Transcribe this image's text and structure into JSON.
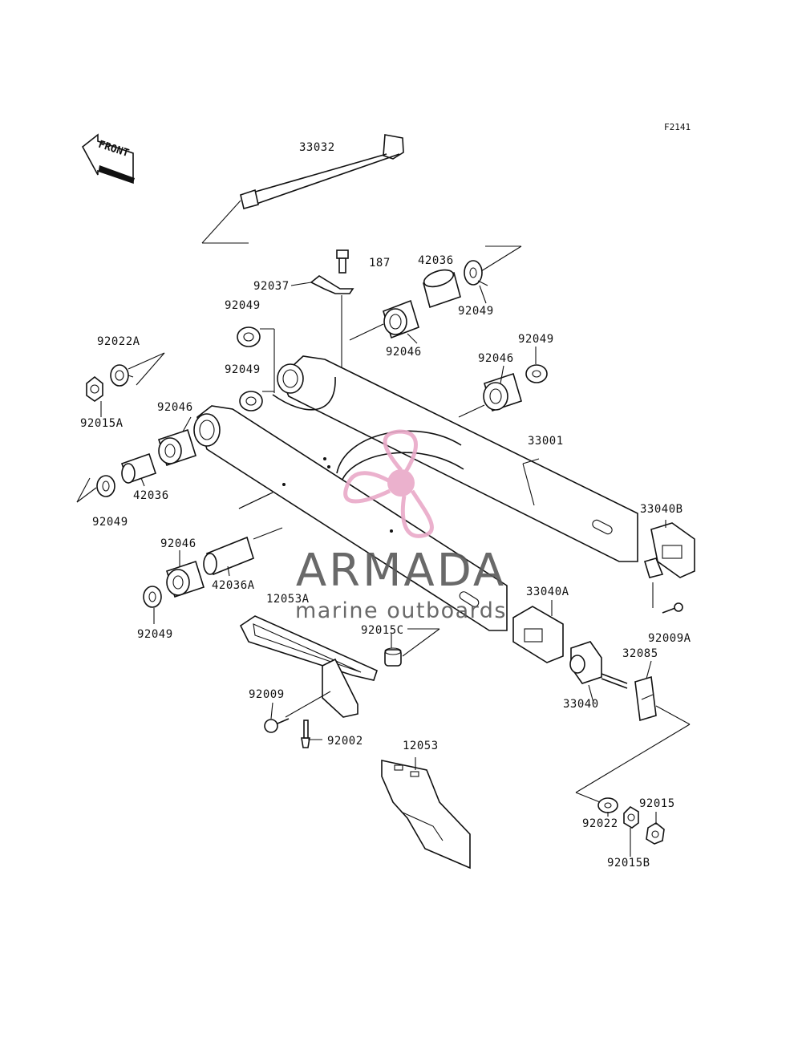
{
  "figure_code": "F2141",
  "front_indicator": "FRONT",
  "watermark": {
    "brand": "ARMADA",
    "tagline": "marine outboards",
    "brand_color": "#595959",
    "accent_color": "#e9a9c8"
  },
  "parts": [
    {
      "id": "p1",
      "label": "33032"
    },
    {
      "id": "p2",
      "label": "187"
    },
    {
      "id": "p3",
      "label": "42036"
    },
    {
      "id": "p4",
      "label": "92037"
    },
    {
      "id": "p5",
      "label": "92049"
    },
    {
      "id": "p6",
      "label": "92049"
    },
    {
      "id": "p7",
      "label": "92022A"
    },
    {
      "id": "p8",
      "label": "92046"
    },
    {
      "id": "p9",
      "label": "92049"
    },
    {
      "id": "p10",
      "label": "92046"
    },
    {
      "id": "p11",
      "label": "92049"
    },
    {
      "id": "p12",
      "label": "92015A"
    },
    {
      "id": "p13",
      "label": "92046"
    },
    {
      "id": "p14",
      "label": "33001"
    },
    {
      "id": "p15",
      "label": "42036"
    },
    {
      "id": "p16",
      "label": "92049"
    },
    {
      "id": "p17",
      "label": "33040B"
    },
    {
      "id": "p18",
      "label": "92046"
    },
    {
      "id": "p19",
      "label": "42036A"
    },
    {
      "id": "p20",
      "label": "12053A"
    },
    {
      "id": "p21",
      "label": "33040A"
    },
    {
      "id": "p22",
      "label": "92049"
    },
    {
      "id": "p23",
      "label": "92015C"
    },
    {
      "id": "p24",
      "label": "92009A"
    },
    {
      "id": "p25",
      "label": "32085"
    },
    {
      "id": "p26",
      "label": "92009"
    },
    {
      "id": "p27",
      "label": "33040"
    },
    {
      "id": "p28",
      "label": "92002"
    },
    {
      "id": "p29",
      "label": "12053"
    },
    {
      "id": "p30",
      "label": "92015"
    },
    {
      "id": "p31",
      "label": "92022"
    },
    {
      "id": "p32",
      "label": "92015B"
    }
  ]
}
